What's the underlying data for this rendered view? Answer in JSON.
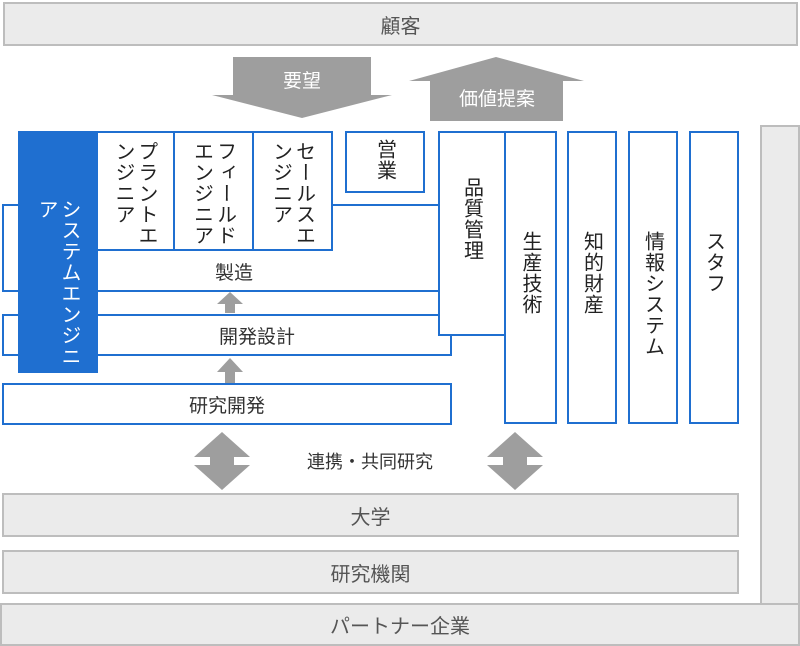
{
  "customer": "顧客",
  "arrows": {
    "demand": "要望",
    "value_proposal": "価値提案"
  },
  "system_engineer": "システムエンジニア",
  "engineers": [
    "プラントエンジニア",
    "フィールドエンジニア",
    "セールスエンジニア"
  ],
  "sales": "営業",
  "manufacturing": "製造",
  "development_design": "開発設計",
  "rnd": "研究開発",
  "quality_control": "品質管理",
  "production_technology": "生産技術",
  "intellectual_property": "知的財産",
  "info_system": "情報システム",
  "staff": "スタフ",
  "collaboration": "連携・共同研究",
  "university": "大学",
  "research_institute": "研究機関",
  "partner_companies": "パートナー企業",
  "colors": {
    "accent_blue": "#1f6fd0",
    "grey_fill": "#ebebeb",
    "grey_border": "#bdbdbd",
    "arrow_grey": "#9e9e9e"
  }
}
